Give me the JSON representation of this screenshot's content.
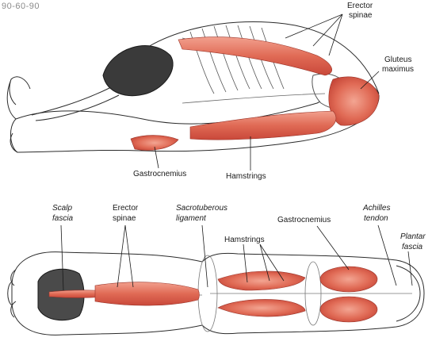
{
  "watermark": "90-60-90",
  "colors": {
    "muscle": "#e06a55",
    "muscle_dark": "#c9483a",
    "line": "#2b2b2b",
    "skin": "#ffffff"
  },
  "top_figure": {
    "labels": {
      "erector_spinae_l1": "Erector",
      "erector_spinae_l2": "spinae",
      "gluteus_l1": "Gluteus",
      "gluteus_l2": "maximus",
      "gastrocnemius": "Gastrocnemius",
      "hamstrings": "Hamstrings"
    }
  },
  "bottom_figure": {
    "labels": {
      "scalp_l1": "Scalp",
      "scalp_l2": "fascia",
      "erector_l1": "Erector",
      "erector_l2": "spinae",
      "sacro_l1": "Sacrotuberous",
      "sacro_l2": "ligament",
      "gastrocnemius": "Gastrocnemius",
      "achilles_l1": "Achilles",
      "achilles_l2": "tendon",
      "hamstrings": "Hamstrings",
      "plantar_l1": "Plantar",
      "plantar_l2": "fascia"
    }
  }
}
